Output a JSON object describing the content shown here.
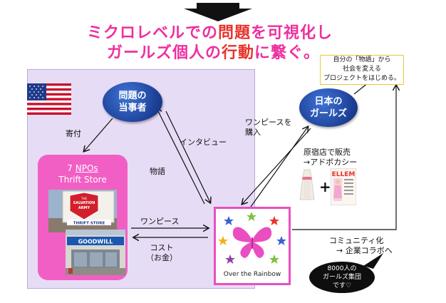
{
  "title": {
    "line1_prefix": "ミクロレベルでの",
    "line1_highlight": "問題",
    "line1_suffix": "を可視化し",
    "line2_prefix": "ガールズ個人の",
    "line2_highlight": "行動",
    "line2_suffix": "に繋ぐ。"
  },
  "nodes": {
    "stakeholder": [
      "問題の",
      "当事者"
    ],
    "girls": [
      "日本の",
      "ガールズ"
    ],
    "npo_count": "7",
    "npo_label": "NPOs",
    "npo_sub": "Thrift Store",
    "otr": "Over the Rainbow",
    "note": [
      "自分の「物語」から",
      "社会を変える",
      "プロジェクトをはじめる。"
    ],
    "bubble": [
      "8000人の",
      "ガールズ集団",
      "です♡"
    ]
  },
  "labels": {
    "donation": "寄付",
    "interview": "インタビュー",
    "story": "物語",
    "buy": [
      "ワンピースを",
      "購入"
    ],
    "harajuku": [
      "原宿店で販売",
      "→アドボカシー"
    ],
    "onepiece": "ワンピース",
    "cost": [
      "コスト",
      "（お金）"
    ],
    "community": [
      "コミュニティ化",
      "→ 企業コラボへ"
    ],
    "plus": "+"
  },
  "images": {
    "salvation_sign": [
      "THE",
      "SALVATION",
      "ARMY",
      "THRIFT STORE"
    ],
    "goodwill_sign": "GOODWILL",
    "magazine": "ELLEM"
  },
  "colors": {
    "pink_title": "#ee2fa0",
    "red_title": "#e8322c",
    "lavender": "#e7dcf5",
    "navy": "#1c3f95",
    "magenta": "#e94fc0"
  }
}
